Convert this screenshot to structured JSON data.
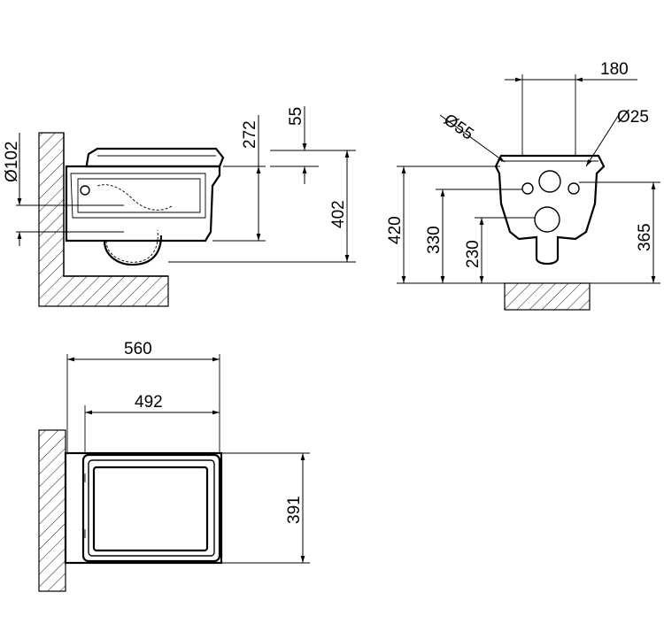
{
  "dimensions": {
    "side_view": {
      "outlet_diameter": "Ø102",
      "seat_height": "272",
      "top_offset": "55",
      "total_height": "402"
    },
    "rear_view": {
      "width": "180",
      "hole_left": "Ø55",
      "hole_right": "Ø25",
      "height_total": "420",
      "height_mid": "330",
      "height_low": "230",
      "height_right": "365"
    },
    "top_view": {
      "length_outer": "560",
      "length_inner": "492",
      "width": "391"
    }
  }
}
